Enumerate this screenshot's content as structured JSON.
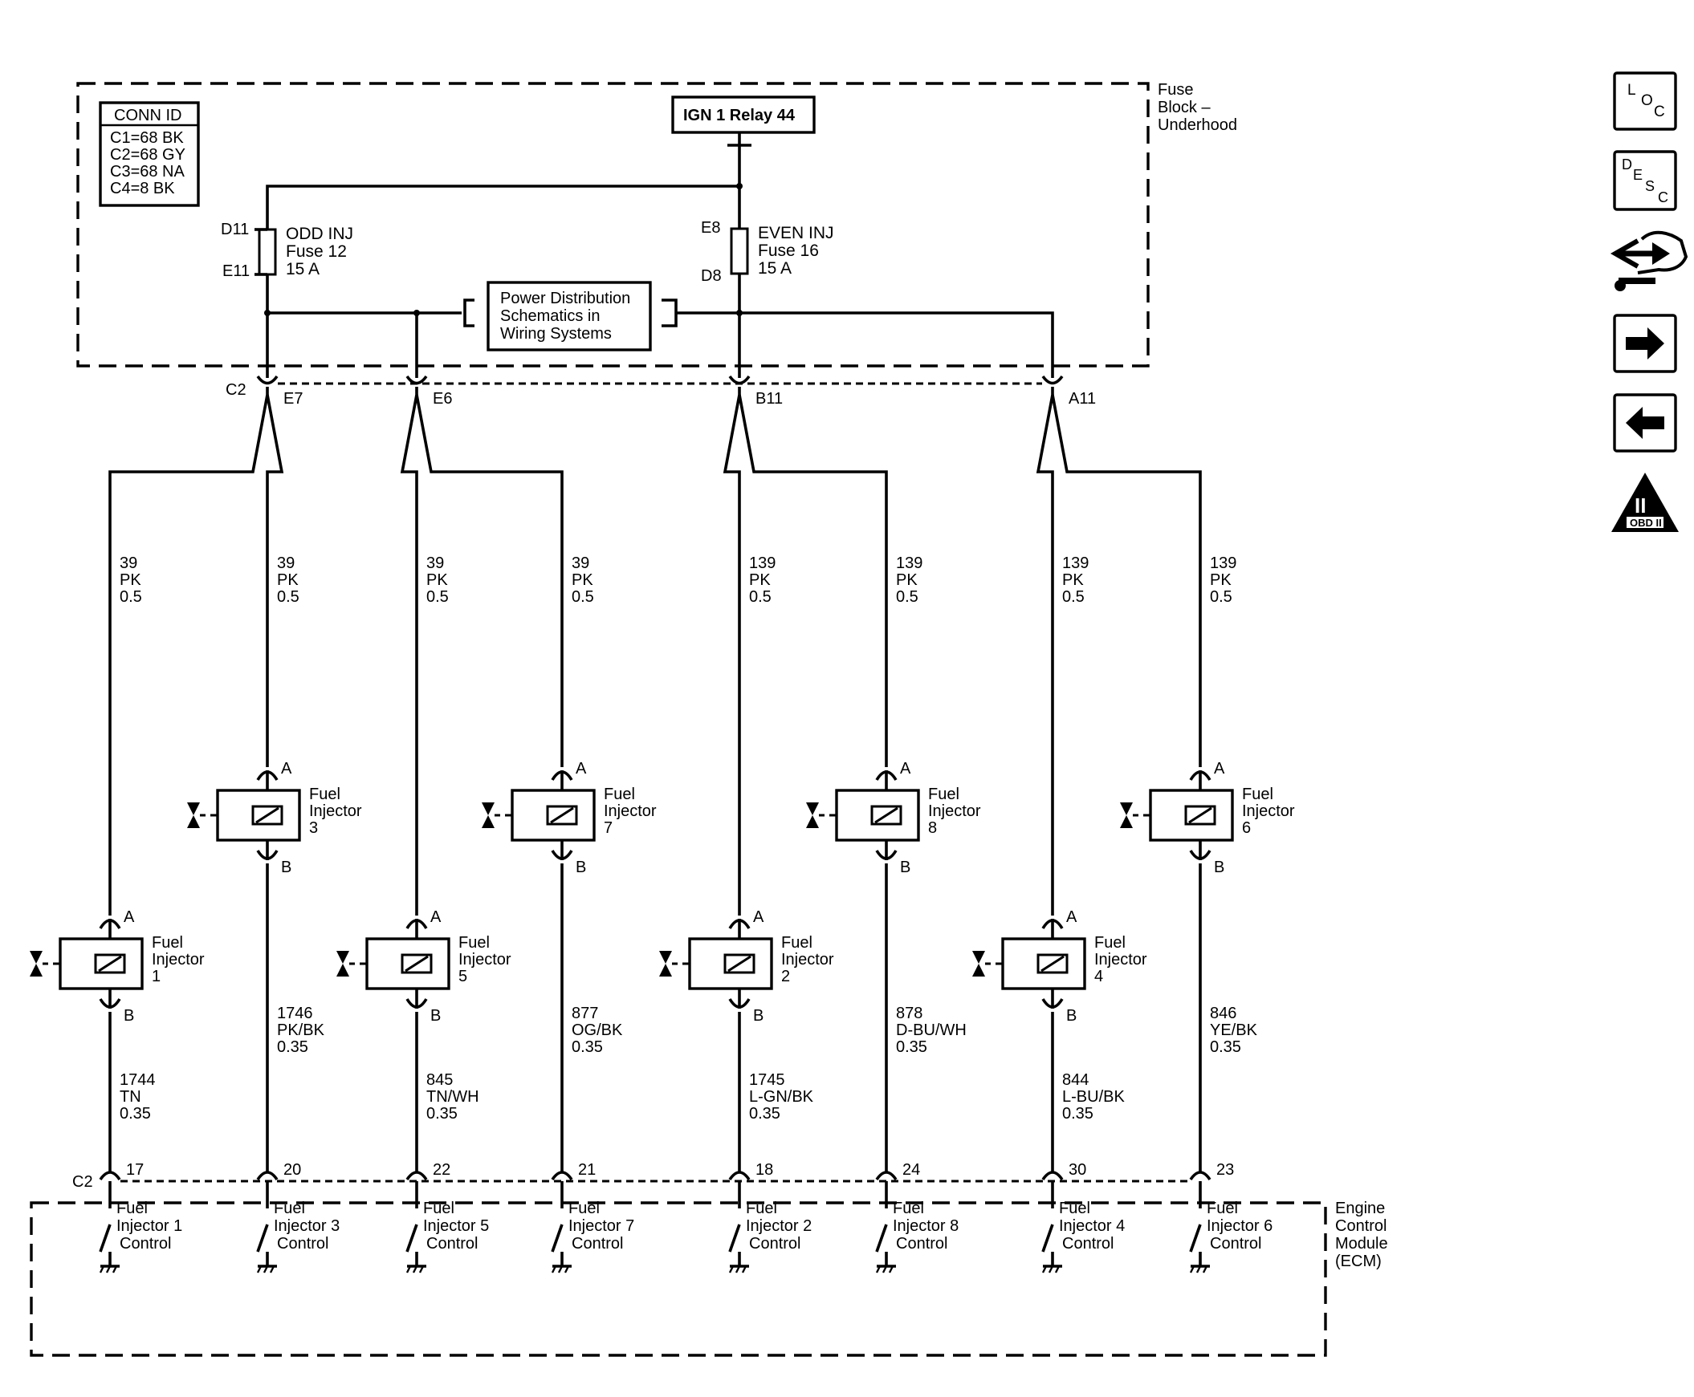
{
  "fuse_block": {
    "label": [
      "Fuse",
      "Block –",
      "Underhood"
    ]
  },
  "conn_id": {
    "title": "CONN ID",
    "lines": [
      "C1=68 BK",
      "C2=68 GY",
      "C3=68 NA",
      "C4=8 BK"
    ]
  },
  "relay": {
    "label": "IGN 1 Relay 44"
  },
  "fuses": [
    {
      "top_pin": "D11",
      "bottom_pin": "E11",
      "name": "ODD INJ",
      "number": "Fuse 12",
      "rating": "15 A"
    },
    {
      "top_pin": "E8",
      "bottom_pin": "D8",
      "name": "EVEN INJ",
      "number": "Fuse 16",
      "rating": "15 A"
    }
  ],
  "power_dist": {
    "lines": [
      "Power Distribution",
      "Schematics in",
      "Wiring Systems"
    ]
  },
  "top_connector": {
    "name": "C2",
    "pins": [
      "E7",
      "E6",
      "B11",
      "A11"
    ]
  },
  "supply_wires": [
    {
      "circuit": "39",
      "color": "PK",
      "gauge": "0.5"
    },
    {
      "circuit": "39",
      "color": "PK",
      "gauge": "0.5"
    },
    {
      "circuit": "39",
      "color": "PK",
      "gauge": "0.5"
    },
    {
      "circuit": "39",
      "color": "PK",
      "gauge": "0.5"
    },
    {
      "circuit": "139",
      "color": "PK",
      "gauge": "0.5"
    },
    {
      "circuit": "139",
      "color": "PK",
      "gauge": "0.5"
    },
    {
      "circuit": "139",
      "color": "PK",
      "gauge": "0.5"
    },
    {
      "circuit": "139",
      "color": "PK",
      "gauge": "0.5"
    }
  ],
  "injectors": [
    {
      "l1": "Fuel",
      "l2": "Injector",
      "num": "1",
      "pin_a": "A",
      "pin_b": "B"
    },
    {
      "l1": "Fuel",
      "l2": "Injector",
      "num": "3",
      "pin_a": "A",
      "pin_b": "B"
    },
    {
      "l1": "Fuel",
      "l2": "Injector",
      "num": "5",
      "pin_a": "A",
      "pin_b": "B"
    },
    {
      "l1": "Fuel",
      "l2": "Injector",
      "num": "7",
      "pin_a": "A",
      "pin_b": "B"
    },
    {
      "l1": "Fuel",
      "l2": "Injector",
      "num": "2",
      "pin_a": "A",
      "pin_b": "B"
    },
    {
      "l1": "Fuel",
      "l2": "Injector",
      "num": "8",
      "pin_a": "A",
      "pin_b": "B"
    },
    {
      "l1": "Fuel",
      "l2": "Injector",
      "num": "4",
      "pin_a": "A",
      "pin_b": "B"
    },
    {
      "l1": "Fuel",
      "l2": "Injector",
      "num": "6",
      "pin_a": "A",
      "pin_b": "B"
    }
  ],
  "control_wires": [
    {
      "circuit": "1744",
      "color": "TN",
      "gauge": "0.35"
    },
    {
      "circuit": "1746",
      "color": "PK/BK",
      "gauge": "0.35"
    },
    {
      "circuit": "845",
      "color": "TN/WH",
      "gauge": "0.35"
    },
    {
      "circuit": "877",
      "color": "OG/BK",
      "gauge": "0.35"
    },
    {
      "circuit": "1745",
      "color": "L-GN/BK",
      "gauge": "0.35"
    },
    {
      "circuit": "878",
      "color": "D-BU/WH",
      "gauge": "0.35"
    },
    {
      "circuit": "844",
      "color": "L-BU/BK",
      "gauge": "0.35"
    },
    {
      "circuit": "846",
      "color": "YE/BK",
      "gauge": "0.35"
    }
  ],
  "ecm_connector": {
    "name": "C2",
    "pins": [
      "17",
      "20",
      "22",
      "21",
      "18",
      "24",
      "30",
      "23"
    ]
  },
  "ecm": {
    "label": [
      "Engine",
      "Control",
      "Module",
      "(ECM)"
    ],
    "drivers": [
      {
        "l1": "Fuel",
        "l2": "Injector 1",
        "l3": "Control"
      },
      {
        "l1": "Fuel",
        "l2": "Injector 3",
        "l3": "Control"
      },
      {
        "l1": "Fuel",
        "l2": "Injector 5",
        "l3": "Control"
      },
      {
        "l1": "Fuel",
        "l2": "Injector 7",
        "l3": "Control"
      },
      {
        "l1": "Fuel",
        "l2": "Injector 2",
        "l3": "Control"
      },
      {
        "l1": "Fuel",
        "l2": "Injector 8",
        "l3": "Control"
      },
      {
        "l1": "Fuel",
        "l2": "Injector 4",
        "l3": "Control"
      },
      {
        "l1": "Fuel",
        "l2": "Injector 6",
        "l3": "Control"
      }
    ]
  },
  "nav": {
    "loc": {
      "a": "L",
      "b": "O",
      "c": "C"
    },
    "desc": {
      "a": "D",
      "b": "E",
      "c": "S",
      "d": "C"
    },
    "obd": {
      "a": "II",
      "b": "OBD II"
    }
  }
}
